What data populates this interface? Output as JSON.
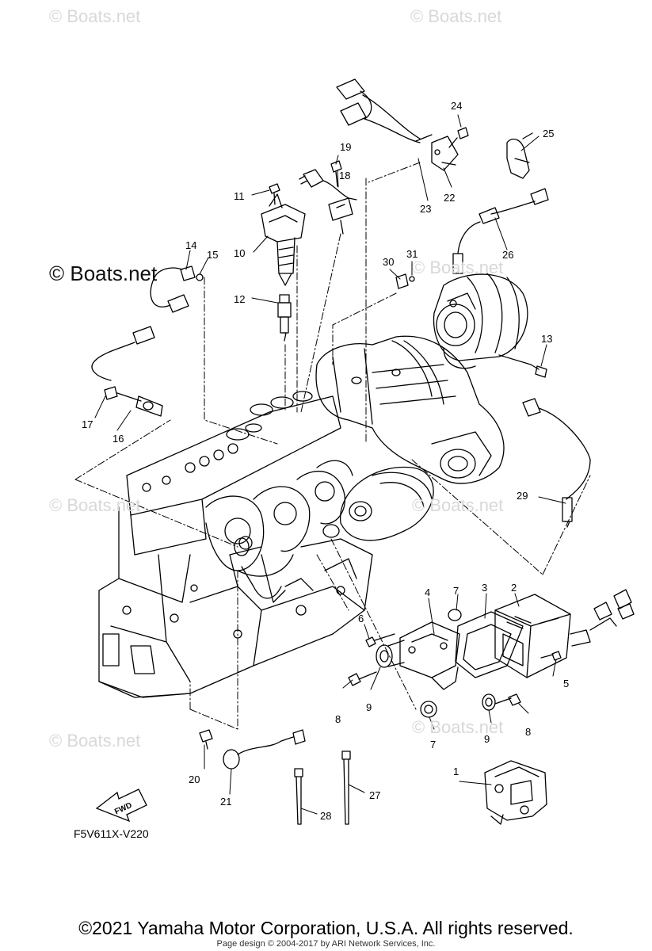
{
  "watermark": {
    "small": "© Boats.net",
    "large": "© Boats.net"
  },
  "callouts": [
    "1",
    "2",
    "3",
    "4",
    "5",
    "6",
    "7",
    "7",
    "8",
    "8",
    "9",
    "9",
    "10",
    "11",
    "12",
    "13",
    "14",
    "15",
    "16",
    "17",
    "18",
    "19",
    "20",
    "21",
    "22",
    "23",
    "24",
    "25",
    "26",
    "27",
    "28",
    "29",
    "30",
    "31"
  ],
  "fwd_label": "FWD",
  "ref_code": "F5V611X-V220",
  "copyright": "©2021 Yamaha Motor Corporation, U.S.A. All rights reserved.",
  "credit": "Page design © 2004-2017 by ARI Network Services, Inc.",
  "colors": {
    "line": "#000000",
    "watermark": "#d8d8d8"
  }
}
